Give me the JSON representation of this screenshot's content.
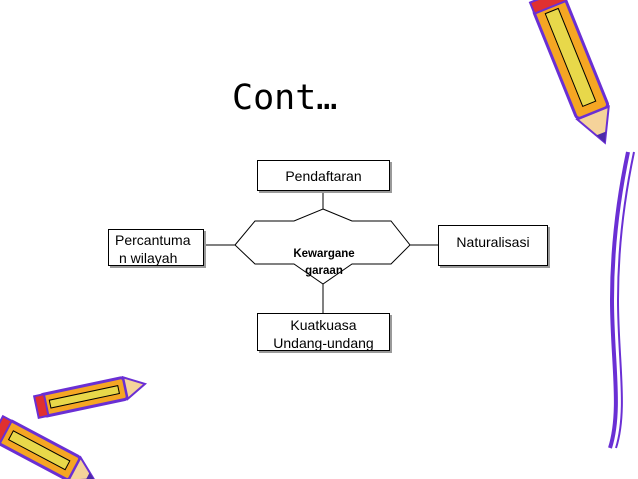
{
  "slide": {
    "title": "Cont…",
    "center": {
      "line1": "Kewargane",
      "line2": "garaan"
    },
    "boxes": {
      "top": "Pendaftaran",
      "left": {
        "line1": "Percantuma",
        "line2": "n wilayah"
      },
      "right": "Naturalisasi",
      "bottom": {
        "line1": "Kuatkuasa",
        "line2": "Undang-undang"
      }
    }
  },
  "colors": {
    "pencil_body": "#f5a623",
    "pencil_stripe": "#e8d84a",
    "pencil_outline": "#6a2fd4",
    "eraser": "#e03030",
    "lead": "#4d2aa8"
  },
  "icons": [
    "pencil-icon",
    "pencil-icon",
    "pencil-icon",
    "pencil-icon"
  ]
}
